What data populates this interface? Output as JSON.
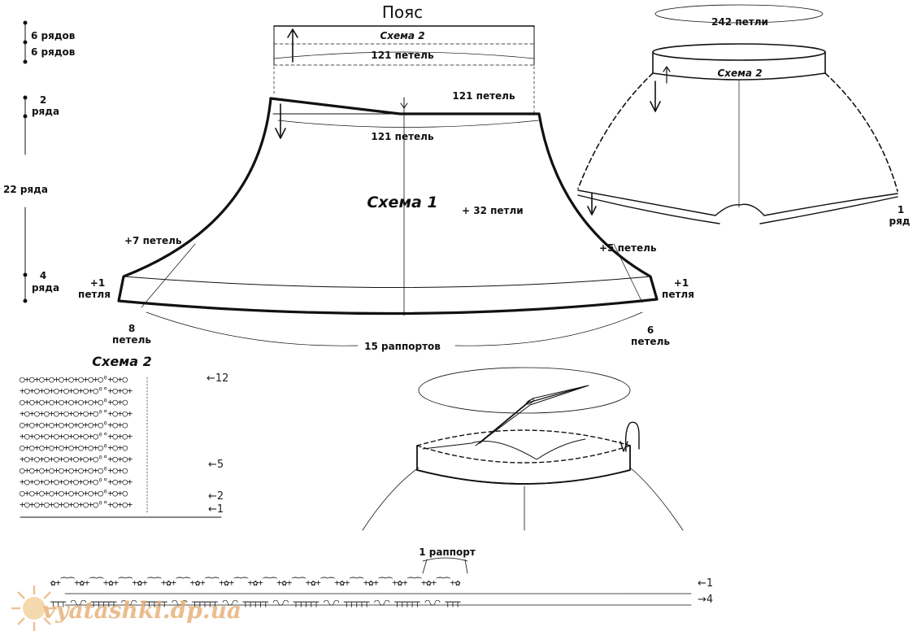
{
  "belt": {
    "title": "Пояс",
    "scheme": "Схема 2",
    "stitches": "121 петель"
  },
  "left_scale": {
    "rows6a": "6 рядов",
    "rows6b": "6 рядов",
    "rows2_num": "2",
    "rows2_word": "ряда",
    "rows22": "22 ряда",
    "rows4_num": "4",
    "rows4_word": "ряда"
  },
  "skirt": {
    "top_stitches": "121 петель",
    "mid_stitches": "121 петель",
    "scheme": "Схема 1",
    "plus32": "+ 32 петли",
    "plus7": "+7 петель",
    "plus5": "+5 петель",
    "plus1_left_num": "+1",
    "plus1_left_word": "петля",
    "plus1_right_num": "+1",
    "plus1_right_word": "петля",
    "left8_num": "8",
    "left8_word": "петель",
    "right6_num": "6",
    "right6_word": "петель",
    "repeats": "15 раппортов"
  },
  "shorts": {
    "top_stitches": "242 петли",
    "scheme": "Схема 2",
    "row1_num": "1",
    "row1_word": "ряд"
  },
  "scheme2_chart": {
    "title": "Схема 2",
    "rows": [
      "○+○+○+○+○+○+○+○+○⁰+○+○",
      "+○+○+○+○+○+○+○+○⁰°+○+○+",
      "○+○+○+○+○+○+○+○+○⁰+○+○",
      "+○+○+○+○+○+○+○+○⁰°+○+○+",
      "○+○+○+○+○+○+○+○+○⁰+○+○",
      "+○+○+○+○+○+○+○+○⁰°+○+○+",
      "○+○+○+○+○+○+○+○+○⁰+○+○",
      "+○+○+○+○+○+○+○+○⁰°+○+○+",
      "○+○+○+○+○+○+○+○+○⁰+○+○",
      "+○+○+○+○+○+○+○+○⁰°+○+○+",
      "○+○+○+○+○+○+○+○+○⁰+○+○",
      "+○+○+○+○+○+○+○+○⁰°+○+○+"
    ],
    "row_labels": [
      "←12",
      "←5",
      "←2",
      "←1"
    ]
  },
  "edging": {
    "repeat_label": "1 раппорт",
    "row1_label": "←1",
    "row4_label": "→4",
    "top_row": "✿+⁀⁀+✿+⁀⁀+✿+⁀⁀+✿+⁀⁀+✿+⁀⁀+✿+⁀⁀+✿+⁀⁀+✿+⁀⁀+✿+⁀⁀+✿+⁀⁀+✿+⁀⁀+✿+⁀⁀+✿+⁀⁀+✿+⁀⁀+✿",
    "bottom_row": "┬┬┬ ◠◡◠ ┬┬┬┬┬ ◠◡◠ ┬┬┬┬┬ ◠◡◠ ┬┬┬┬┬ ◠◡◠ ┬┬┬┬┬ ◠◡◠ ┬┬┬┬┬ ◠◡◠ ┬┬┬┬┬ ◠◡◠ ┬┬┬┬┬ ◠◡◠ ┬┬┬"
  },
  "watermark": "vyatashki.dp.ua",
  "colors": {
    "ink": "#111111",
    "line": "#555555",
    "watermark": "#e8b27a"
  },
  "icons": {
    "needle": "sewing-needle-icon",
    "sun": "sun-logo-icon"
  }
}
